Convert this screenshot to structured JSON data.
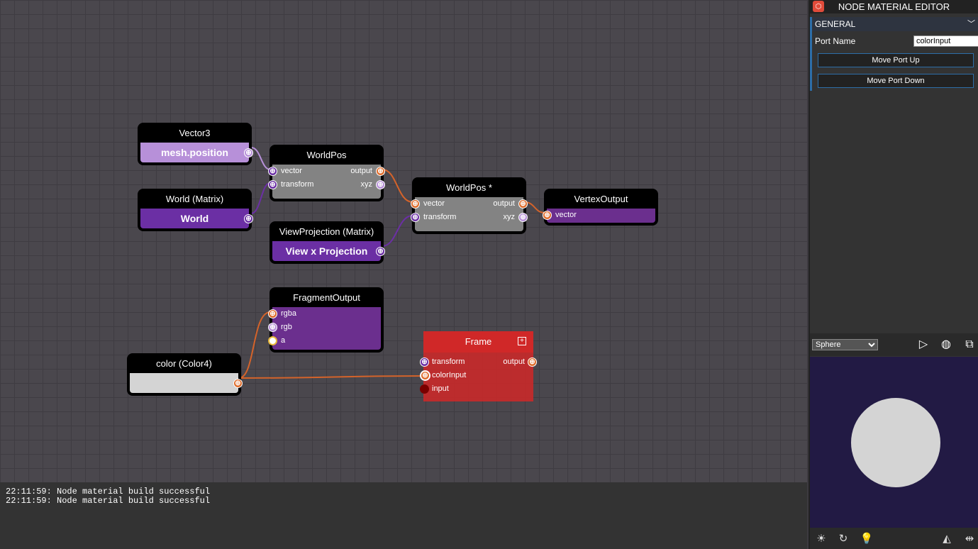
{
  "nodes": {
    "vector3": {
      "title": "Vector3",
      "value": "mesh.position"
    },
    "world": {
      "title": "World (Matrix)",
      "value": "World"
    },
    "worldpos": {
      "title": "WorldPos",
      "in1": "vector",
      "in2": "transform",
      "out1": "output",
      "out2": "xyz"
    },
    "viewproj": {
      "title": "ViewProjection (Matrix)",
      "value": "View x Projection"
    },
    "wvp": {
      "title": "WorldPos * ViewProjectio...",
      "in1": "vector",
      "in2": "transform",
      "out1": "output",
      "out2": "xyz"
    },
    "vertexout": {
      "title": "VertexOutput",
      "in1": "vector"
    },
    "fragout": {
      "title": "FragmentOutput",
      "in1": "rgba",
      "in2": "rgb",
      "in3": "a"
    },
    "color": {
      "title": "color (Color4)"
    },
    "frame": {
      "title": "Frame",
      "in1": "transform",
      "in2": "colorInput",
      "in3": "input",
      "out1": "output"
    }
  },
  "log": {
    "lines": [
      "22:11:59: Node material build successful",
      "22:11:59: Node material build successful"
    ]
  },
  "panel": {
    "title": "NODE MATERIAL EDITOR",
    "section": "GENERAL",
    "port_name_label": "Port Name",
    "port_name_value": "colorInput",
    "move_up": "Move Port Up",
    "move_down": "Move Port Down",
    "preview_mesh": "Sphere",
    "preview_options": [
      "Sphere"
    ]
  },
  "colors": {
    "wire_orange": "#d4632a",
    "wire_lavender": "#b790d9",
    "wire_purple": "#6b2fa4",
    "frame_red": "#d02828",
    "accent_blue": "#2d6ea8"
  }
}
